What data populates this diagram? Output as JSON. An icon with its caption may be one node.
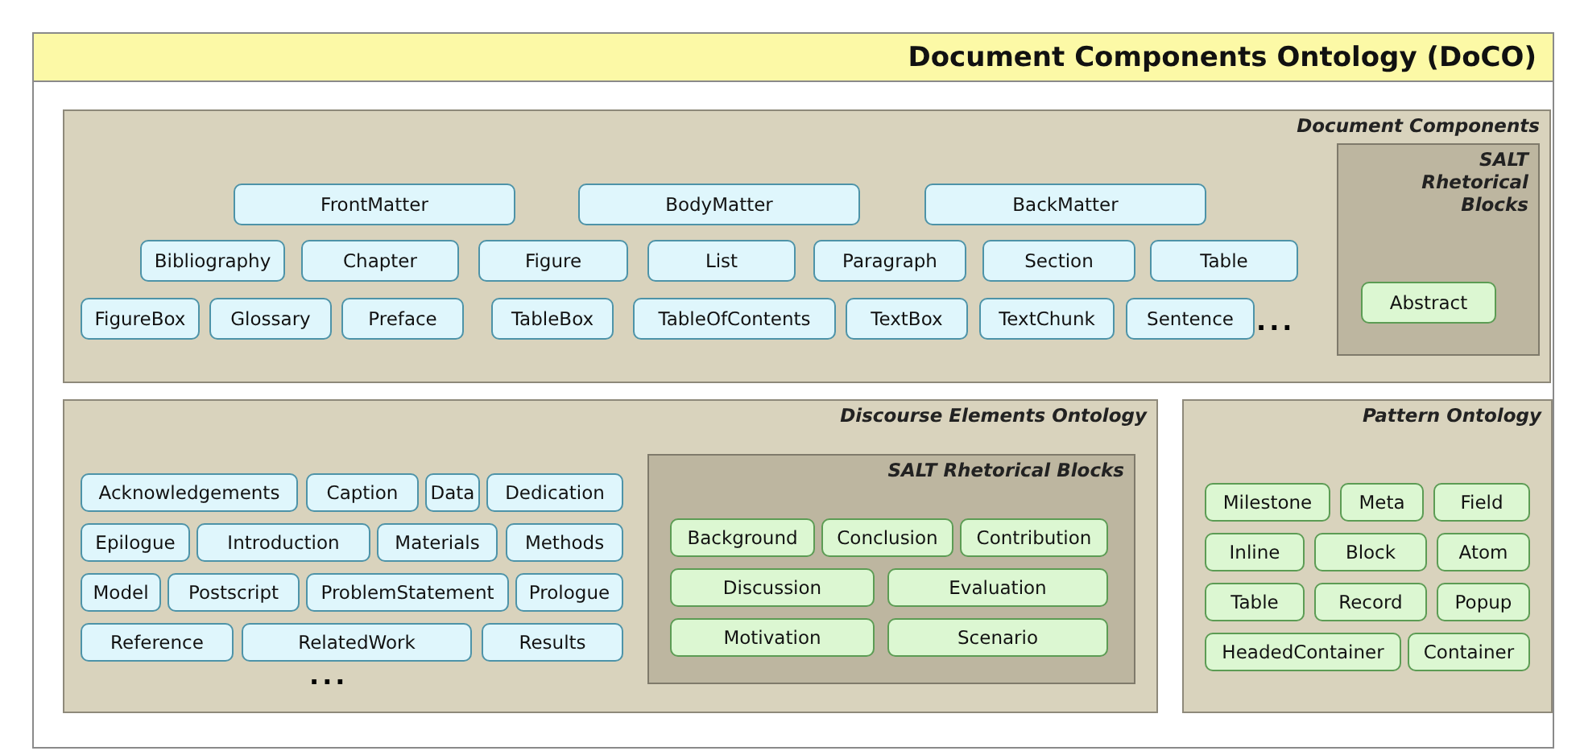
{
  "diagram": {
    "nodes": [
      {
        "text": [
          "Document Components Ontology (DoCO)"
        ]
      },
      {
        "text": [
          "Document Components"
        ],
        "in": 0
      },
      {
        "text": [
          "FrontMatter"
        ],
        "in": 1
      },
      {
        "text": [
          "BodyMatter"
        ],
        "in": 1
      },
      {
        "text": [
          "BackMatter"
        ],
        "in": 1
      },
      {
        "text": [
          "Bibliography"
        ],
        "in": 1
      },
      {
        "text": [
          "Chapter"
        ],
        "in": 1
      },
      {
        "text": [
          "Figure"
        ],
        "in": 1
      },
      {
        "text": [
          "List"
        ],
        "in": 1
      },
      {
        "text": [
          "Paragraph"
        ],
        "in": 1
      },
      {
        "text": [
          "Section"
        ],
        "in": 1
      },
      {
        "text": [
          "Table"
        ],
        "in": 1
      },
      {
        "text": [
          "FigureBox"
        ],
        "in": 1
      },
      {
        "text": [
          "Glossary"
        ],
        "in": 1
      },
      {
        "text": [
          "Preface"
        ],
        "in": 1
      },
      {
        "text": [
          "TableBox"
        ],
        "in": 1
      },
      {
        "text": [
          "TableOfContents"
        ],
        "in": 1
      },
      {
        "text": [
          "TextBox"
        ],
        "in": 1
      },
      {
        "text": [
          "TextChunk"
        ],
        "in": 1
      },
      {
        "text": [
          "Sentence"
        ],
        "in": 1
      },
      {
        "text": [
          "SALT Rhetorical Blocks"
        ],
        "in": 1
      },
      {
        "text": [
          "Abstract"
        ],
        "in": 20
      },
      {
        "text": [
          "Discourse Elements Ontology"
        ],
        "in": 0
      },
      {
        "text": [
          "Acknowledgements"
        ],
        "in": 22
      },
      {
        "text": [
          "Caption"
        ],
        "in": 22
      },
      {
        "text": [
          "Data"
        ],
        "in": 22
      },
      {
        "text": [
          "Dedication"
        ],
        "in": 22
      },
      {
        "text": [
          "Epilogue"
        ],
        "in": 22
      },
      {
        "text": [
          "Introduction"
        ],
        "in": 22
      },
      {
        "text": [
          "Materials"
        ],
        "in": 22
      },
      {
        "text": [
          "Methods"
        ],
        "in": 22
      },
      {
        "text": [
          "Model"
        ],
        "in": 22
      },
      {
        "text": [
          "Postscript"
        ],
        "in": 22
      },
      {
        "text": [
          "ProblemStatement"
        ],
        "in": 22
      },
      {
        "text": [
          "Prologue"
        ],
        "in": 22
      },
      {
        "text": [
          "Reference"
        ],
        "in": 22
      },
      {
        "text": [
          "RelatedWork"
        ],
        "in": 22
      },
      {
        "text": [
          "Results"
        ],
        "in": 22
      },
      {
        "text": [
          "SALT Rhetorical Blocks"
        ],
        "in": 22
      },
      {
        "text": [
          "Background"
        ],
        "in": 38
      },
      {
        "text": [
          "Conclusion"
        ],
        "in": 38
      },
      {
        "text": [
          "Contribution"
        ],
        "in": 38
      },
      {
        "text": [
          "Discussion"
        ],
        "in": 38
      },
      {
        "text": [
          "Evaluation"
        ],
        "in": 38
      },
      {
        "text": [
          "Motivation"
        ],
        "in": 38
      },
      {
        "text": [
          "Scenario"
        ],
        "in": 38
      },
      {
        "text": [
          "Pattern Ontology"
        ],
        "in": 0
      },
      {
        "text": [
          "Milestone"
        ],
        "in": 46
      },
      {
        "text": [
          "Meta"
        ],
        "in": 46
      },
      {
        "text": [
          "Field"
        ],
        "in": 46
      },
      {
        "text": [
          "Inline"
        ],
        "in": 46
      },
      {
        "text": [
          "Block"
        ],
        "in": 46
      },
      {
        "text": [
          "Atom"
        ],
        "in": 46
      },
      {
        "text": [
          "Table"
        ],
        "in": 46
      },
      {
        "text": [
          "Record"
        ],
        "in": 46
      },
      {
        "text": [
          "Popup"
        ],
        "in": 46
      },
      {
        "text": [
          "HeadedContainer"
        ],
        "in": 46
      },
      {
        "text": [
          "Container"
        ],
        "in": 46
      }
    ],
    "labels": [
      "...",
      "..."
    ]
  }
}
